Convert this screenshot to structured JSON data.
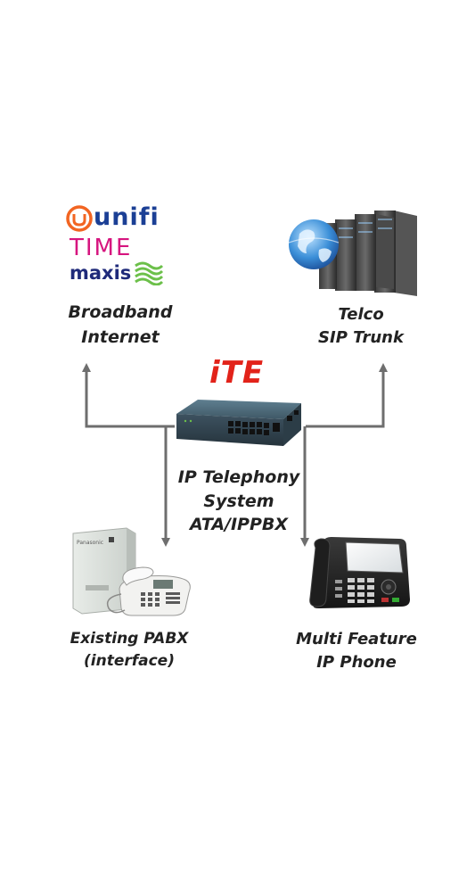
{
  "nodes": {
    "broadband": {
      "lines": [
        "Broadband",
        "Internet"
      ]
    },
    "telco": {
      "lines": [
        "Telco",
        "SIP Trunk"
      ]
    },
    "ipts": {
      "lines": [
        "IP Telephony",
        "System",
        "ATA/IPPBX"
      ]
    },
    "pabx": {
      "lines": [
        "Existing PABX",
        "(interface)"
      ]
    },
    "phone": {
      "lines": [
        "Multi Feature",
        "IP Phone"
      ]
    }
  },
  "logos": {
    "unifi": "unifi",
    "time": "TIME",
    "maxis": "maxis",
    "ite": "iTE",
    "panasonic": "Panasonic"
  },
  "colors": {
    "connector": "#6e6e6e",
    "label_text": "#222222",
    "unifi_orange": "#f26522",
    "unifi_blue": "#1b3f95",
    "time_magenta": "#d6157f",
    "maxis_navy": "#1f2a7a",
    "maxis_green": "#6cc04a",
    "ite_red": "#e2231a"
  }
}
